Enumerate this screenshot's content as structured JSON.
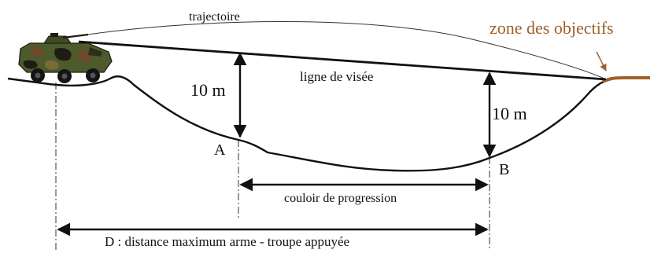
{
  "labels": {
    "trajectory": "trajectoire",
    "zone": "zone des objectifs",
    "line_of_sight": "ligne de visée",
    "height_left": "10 m",
    "height_right": "10 m",
    "point_a": "A",
    "point_b": "B",
    "corridor": "couloir de progression",
    "distance": "D : distance maximum arme - troupe appuyée"
  },
  "colors": {
    "ink": "#111111",
    "zone": "#a0602a",
    "camo_green": "#4d5a2c",
    "camo_brown": "#6b4a2a",
    "camo_dark": "#1d1d14"
  },
  "icons": {
    "vehicle": "armored-vehicle-icon",
    "zone_arrow": "pointer-arrow-icon"
  }
}
